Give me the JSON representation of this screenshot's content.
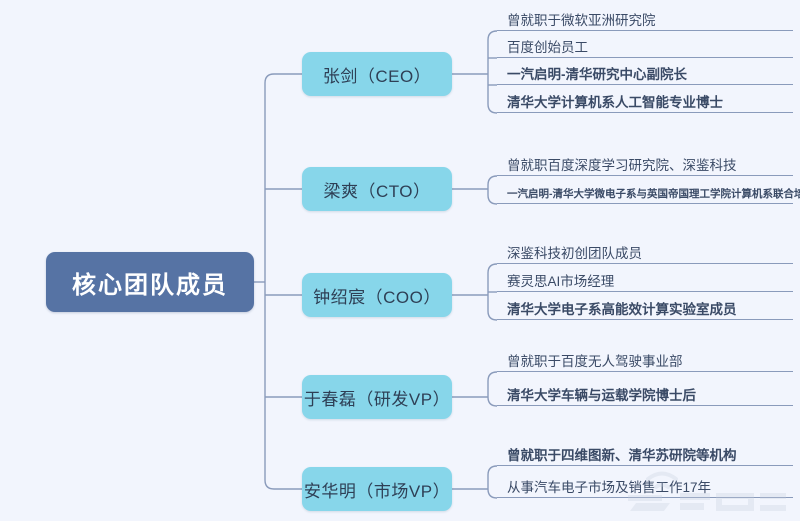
{
  "diagram": {
    "type": "mindmap",
    "title": "核心团队成员",
    "root": {
      "label": "核心团队成员"
    },
    "colors": {
      "background": "#f2f5fd",
      "root_fill": "#5673a4",
      "root_text": "#ffffff",
      "branch_fill": "#87d6ea",
      "branch_text": "#2e3f55",
      "leaf_text": "#3a4a66",
      "connector": "#8a9bbb"
    },
    "branches": [
      {
        "label": "张剑（CEO）",
        "leaves": [
          {
            "text": "曾就职于微软亚洲研究院",
            "style": "normal"
          },
          {
            "text": "百度创始员工",
            "style": "normal"
          },
          {
            "text": "一汽启明-清华研究中心副院长",
            "style": "bold"
          },
          {
            "text": "清华大学计算机系人工智能专业博士",
            "style": "bold"
          }
        ]
      },
      {
        "label": "梁爽（CTO）",
        "leaves": [
          {
            "text": "曾就职百度深度学习研究院、深鉴科技",
            "style": "normal"
          },
          {
            "text": "一汽启明-清华大学微电子系与英国帝国理工学院计算机系联合培养博士",
            "style": "tiny"
          }
        ]
      },
      {
        "label": "钟绍宸（COO）",
        "leaves": [
          {
            "text": "深鉴科技初创团队成员",
            "style": "normal"
          },
          {
            "text": "赛灵思AI市场经理",
            "style": "normal"
          },
          {
            "text": "清华大学电子系高能效计算实验室成员",
            "style": "bold"
          }
        ]
      },
      {
        "label": "于春磊（研发VP）",
        "leaves": [
          {
            "text": "曾就职于百度无人驾驶事业部",
            "style": "normal"
          },
          {
            "text": "清华大学车辆与运载学院博士后",
            "style": "bold"
          }
        ]
      },
      {
        "label": "安华明（市场VP）",
        "leaves": [
          {
            "text": "曾就职于四维图新、清华苏研院等机构",
            "style": "bold"
          },
          {
            "text": "从事汽车电子市场及销售工作17年",
            "style": "normal"
          }
        ]
      }
    ]
  },
  "watermark": {
    "name": "che-dongxi-logo"
  }
}
